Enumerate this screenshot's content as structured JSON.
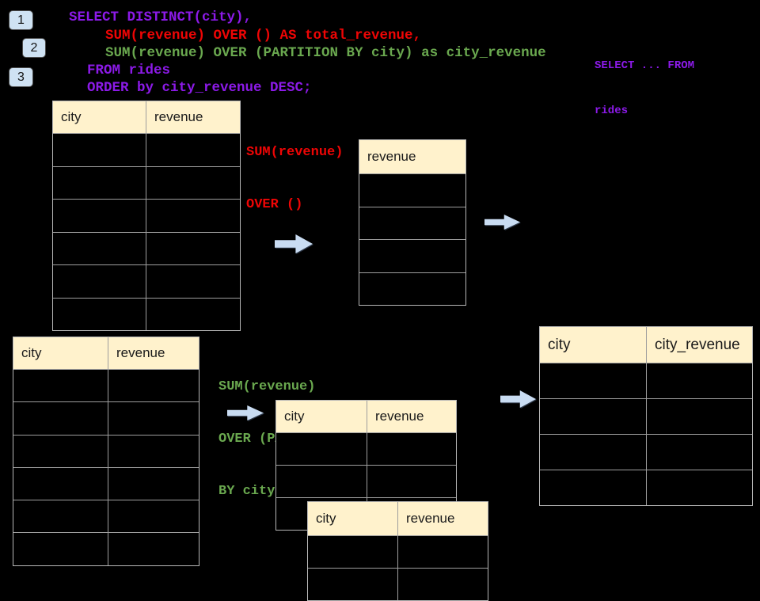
{
  "colors": {
    "background": "#000000",
    "code_purple": "#8c1ae8",
    "code_red": "#ee0505",
    "code_green": "#6aa84f",
    "table_header_fill": "#fff2cc",
    "table_border": "#9e9e9e",
    "accent_blue": "#cfe2f3"
  },
  "badges": [
    {
      "label": "1"
    },
    {
      "label": "2"
    },
    {
      "label": "3"
    }
  ],
  "code": {
    "lines": [
      {
        "text": "SELECT DISTINCT(city),",
        "color": "purple"
      },
      {
        "text": "SUM(revenue) OVER () AS total_revenue,",
        "color": "red"
      },
      {
        "text": "SUM(revenue) OVER (PARTITION BY city) as city_revenue",
        "color": "green"
      },
      {
        "text": "FROM rides",
        "color": "purple"
      },
      {
        "text": "ORDER by city_revenue DESC;",
        "color": "purple"
      }
    ]
  },
  "side_note": {
    "lines": [
      "SELECT ... FROM",
      "rides"
    ]
  },
  "labels": {
    "total": {
      "lines": [
        "SUM(revenue)",
        "OVER ()"
      ]
    },
    "partition": {
      "lines": [
        "SUM(revenue)",
        "OVER (PARTITION",
        "BY city)"
      ]
    }
  },
  "tables": {
    "source_top": {
      "headers": [
        "city",
        "revenue"
      ],
      "row_count": 6,
      "cells_empty": true
    },
    "total_revenue": {
      "headers": [
        "revenue"
      ],
      "row_count": 4,
      "cells_empty": true
    },
    "source_bottom": {
      "headers": [
        "city",
        "revenue"
      ],
      "row_count": 6,
      "cells_empty": true
    },
    "partition_mid": {
      "headers": [
        "city",
        "revenue"
      ],
      "row_count": 3,
      "cells_empty": true
    },
    "partition_overlay": {
      "headers": [
        "city",
        "revenue"
      ],
      "row_count": 2,
      "cells_empty": true
    },
    "result_right": {
      "headers": [
        "city",
        "city_revenue"
      ],
      "row_count": 4,
      "cells_empty": true
    }
  }
}
